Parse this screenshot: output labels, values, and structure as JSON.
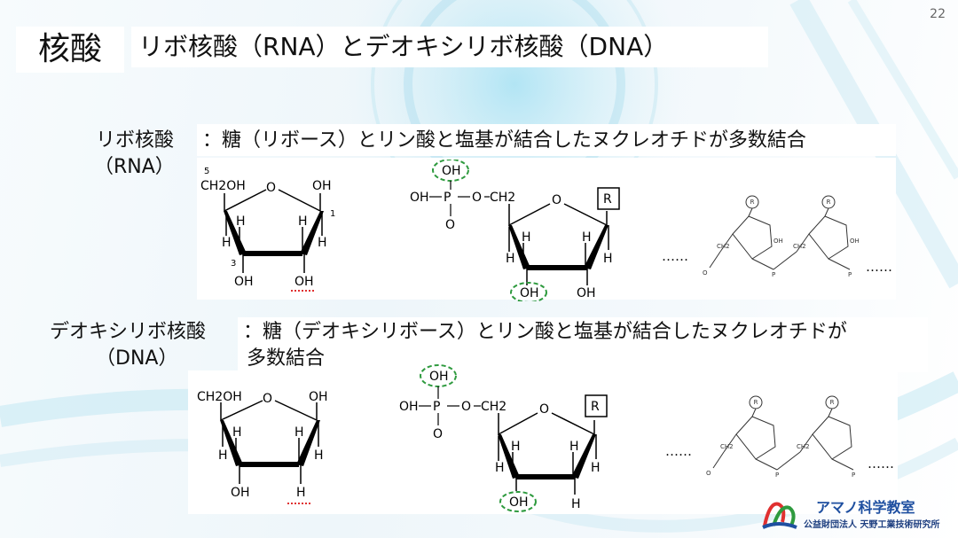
{
  "page_number": "22",
  "title": "核酸",
  "subtitle": "リボ核酸（RNA）とデオキシリボ核酸（DNA）",
  "rna": {
    "label": "リボ核酸",
    "abbr": "（RNA）",
    "desc": "：糖（リボース）とリン酸と塩基が結合したヌクレオチドが多数結合"
  },
  "dna": {
    "label": "デオキシリボ核酸",
    "abbr": "（DNA）",
    "desc_line1": "：糖（デオキシリボース）とリン酸と塩基が結合したヌクレオチドが",
    "desc_line2": "多数結合"
  },
  "chem": {
    "ch2oh": "CH2OH",
    "oh": "OH",
    "h": "H",
    "o": "O",
    "p": "P",
    "ch2": "CH2",
    "r": "R",
    "pos5": "5",
    "pos1": "1",
    "pos3": "3",
    "ellipsis": "……"
  },
  "logo": {
    "name": "アマノ科学教室",
    "org": "公益財団法人 天野工業技術研究所"
  },
  "colors": {
    "highlight_green": "#2e9a3e",
    "highlight_red": "#e03030",
    "logo_text": "#1e4fa0"
  }
}
